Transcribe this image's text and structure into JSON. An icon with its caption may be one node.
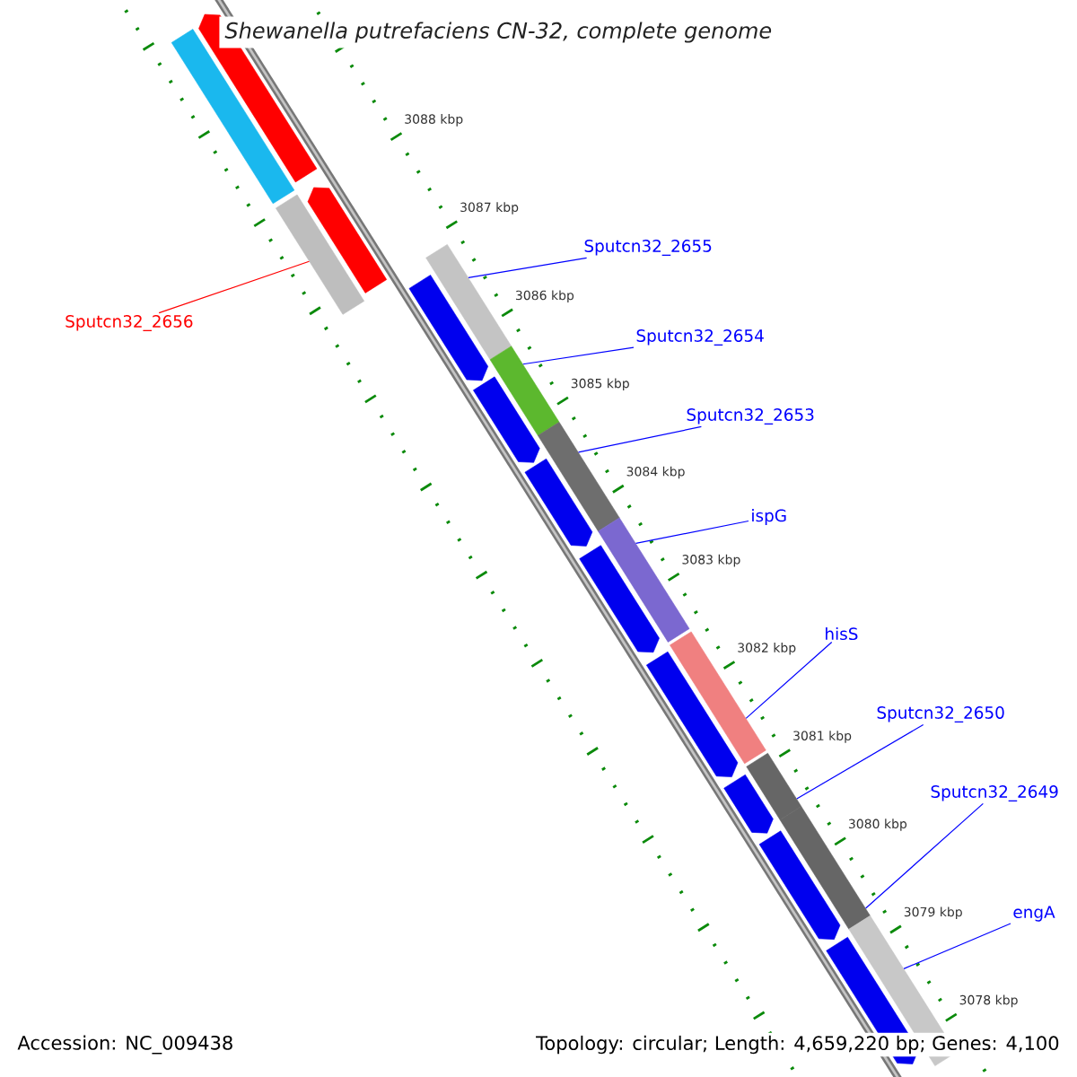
{
  "diagram": {
    "title": "Shewanella putrefaciens CN-32, complete genome",
    "nodes": [
      {
        "text": [
          "Sputcn32_2656"
        ]
      },
      {
        "text": [],
        "shape": "bar"
      },
      {
        "text": [
          "Sputcn32_2655"
        ]
      },
      {
        "text": [],
        "shape": "bar"
      },
      {
        "text": [
          "Sputcn32_2654"
        ]
      },
      {
        "text": [],
        "shape": "bar"
      },
      {
        "text": [
          "Sputcn32_2653"
        ]
      },
      {
        "text": [],
        "shape": "bar"
      },
      {
        "text": [
          "ispG"
        ]
      },
      {
        "text": [],
        "shape": "bar"
      },
      {
        "text": [
          "hisS"
        ]
      },
      {
        "text": [],
        "shape": "bar"
      },
      {
        "text": [
          "Sputcn32_2650"
        ]
      },
      {
        "text": [],
        "shape": "bar"
      },
      {
        "text": [
          "Sputcn32_2649"
        ]
      },
      {
        "text": [],
        "shape": "bar"
      },
      {
        "text": [
          "engA"
        ]
      },
      {
        "text": [],
        "shape": "bar"
      },
      {
        "text": [],
        "shape": "bar"
      },
      {
        "text": [],
        "shape": "arrow"
      },
      {
        "text": [],
        "shape": "arrow"
      },
      {
        "text": [],
        "shape": "arrow"
      },
      {
        "text": [],
        "shape": "arrow"
      },
      {
        "text": [],
        "shape": "arrow"
      },
      {
        "text": [],
        "shape": "arrow"
      },
      {
        "text": [],
        "shape": "arrow"
      },
      {
        "text": [],
        "shape": "arrow"
      },
      {
        "text": [],
        "shape": "arrow"
      },
      {
        "text": [],
        "shape": "arrow"
      }
    ],
    "edges": [
      {
        "from": 0,
        "to": 1,
        "arrow": "none",
        "color": "#ff0000"
      },
      {
        "from": 2,
        "to": 3,
        "arrow": "none"
      },
      {
        "from": 4,
        "to": 5,
        "arrow": "none"
      },
      {
        "from": 6,
        "to": 7,
        "arrow": "none"
      },
      {
        "from": 8,
        "to": 9,
        "arrow": "none"
      },
      {
        "from": 10,
        "to": 11,
        "arrow": "none"
      },
      {
        "from": 12,
        "to": 13,
        "arrow": "none"
      },
      {
        "from": 14,
        "to": 15,
        "arrow": "none"
      },
      {
        "from": 16,
        "to": 17,
        "arrow": "none"
      }
    ],
    "labels": [
      "3088 kbp",
      "3087 kbp",
      "3086 kbp",
      "3085 kbp",
      "3084 kbp",
      "3083 kbp",
      "3082 kbp",
      "3081 kbp",
      "3080 kbp",
      "3079 kbp",
      "3078 kbp",
      "Accession: NC_009438",
      "Topology: circular; Length: 4,659,220 bp; Genes: 4,100"
    ]
  }
}
